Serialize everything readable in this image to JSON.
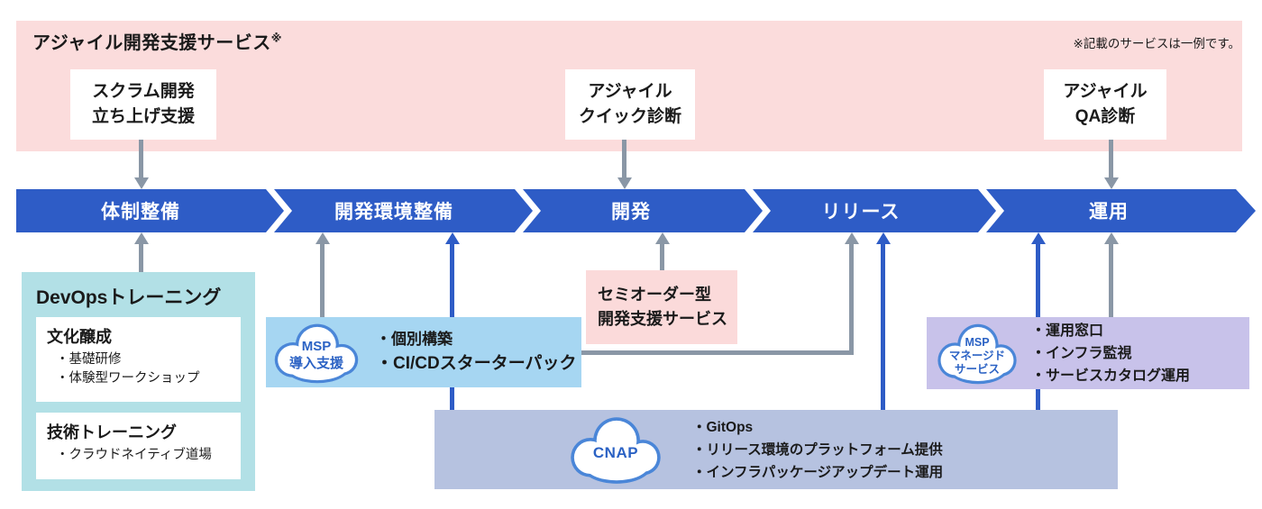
{
  "banner": {
    "title": "アジャイル開発支援サービス",
    "title_note_mark": "※",
    "note": "※記載のサービスは一例です。"
  },
  "callouts": [
    {
      "line1": "スクラム開発",
      "line2": "立ち上げ支援"
    },
    {
      "line1": "アジャイル",
      "line2": "クイック診断"
    },
    {
      "line1": "アジャイル",
      "line2": "QA診断"
    }
  ],
  "stages": [
    {
      "label": "体制整備"
    },
    {
      "label": "開発環境整備"
    },
    {
      "label": "開発"
    },
    {
      "label": "リリース"
    },
    {
      "label": "運用"
    }
  ],
  "devops": {
    "title": "DevOpsトレーニング",
    "culture": {
      "title": "文化醸成",
      "items": [
        "・基礎研修",
        "・体験型ワークショップ"
      ]
    },
    "tech": {
      "title": "技術トレーニング",
      "items": [
        "・クラウドネイティブ道場"
      ]
    }
  },
  "msp_intro": {
    "cloud_line1": "MSP",
    "cloud_line2": "導入支援",
    "items": [
      "・個別構築",
      "・CI/CDスターターパック"
    ]
  },
  "semi_order": {
    "line1": "セミオーダー型",
    "line2": "開発支援サービス"
  },
  "cnap": {
    "cloud": "CNAP",
    "items": [
      "・GitOps",
      "・リリース環境のプラットフォーム提供",
      "・インフラパッケージアップデート運用"
    ]
  },
  "msp_managed": {
    "cloud_line1": "MSP",
    "cloud_line2": "マネージド",
    "cloud_line3": "サービス",
    "items": [
      "・運用窓口",
      "・インフラ監視",
      "・サービスカタログ運用"
    ]
  },
  "colors": {
    "band_blue": "#2e5cc6",
    "banner_pink": "#fbdcdc",
    "semi_order_pink": "#fbdada",
    "devops_teal": "#b2e0e6",
    "msp_intro_blue": "#a6d6f2",
    "cnap_periwinkle": "#b6c2e0",
    "msp_managed_purple": "#c8c2ea",
    "arrow_gray": "#8a97a6",
    "cloud_border_blue": "#4a86d8",
    "cloud_text_blue": "#2b62c4"
  }
}
